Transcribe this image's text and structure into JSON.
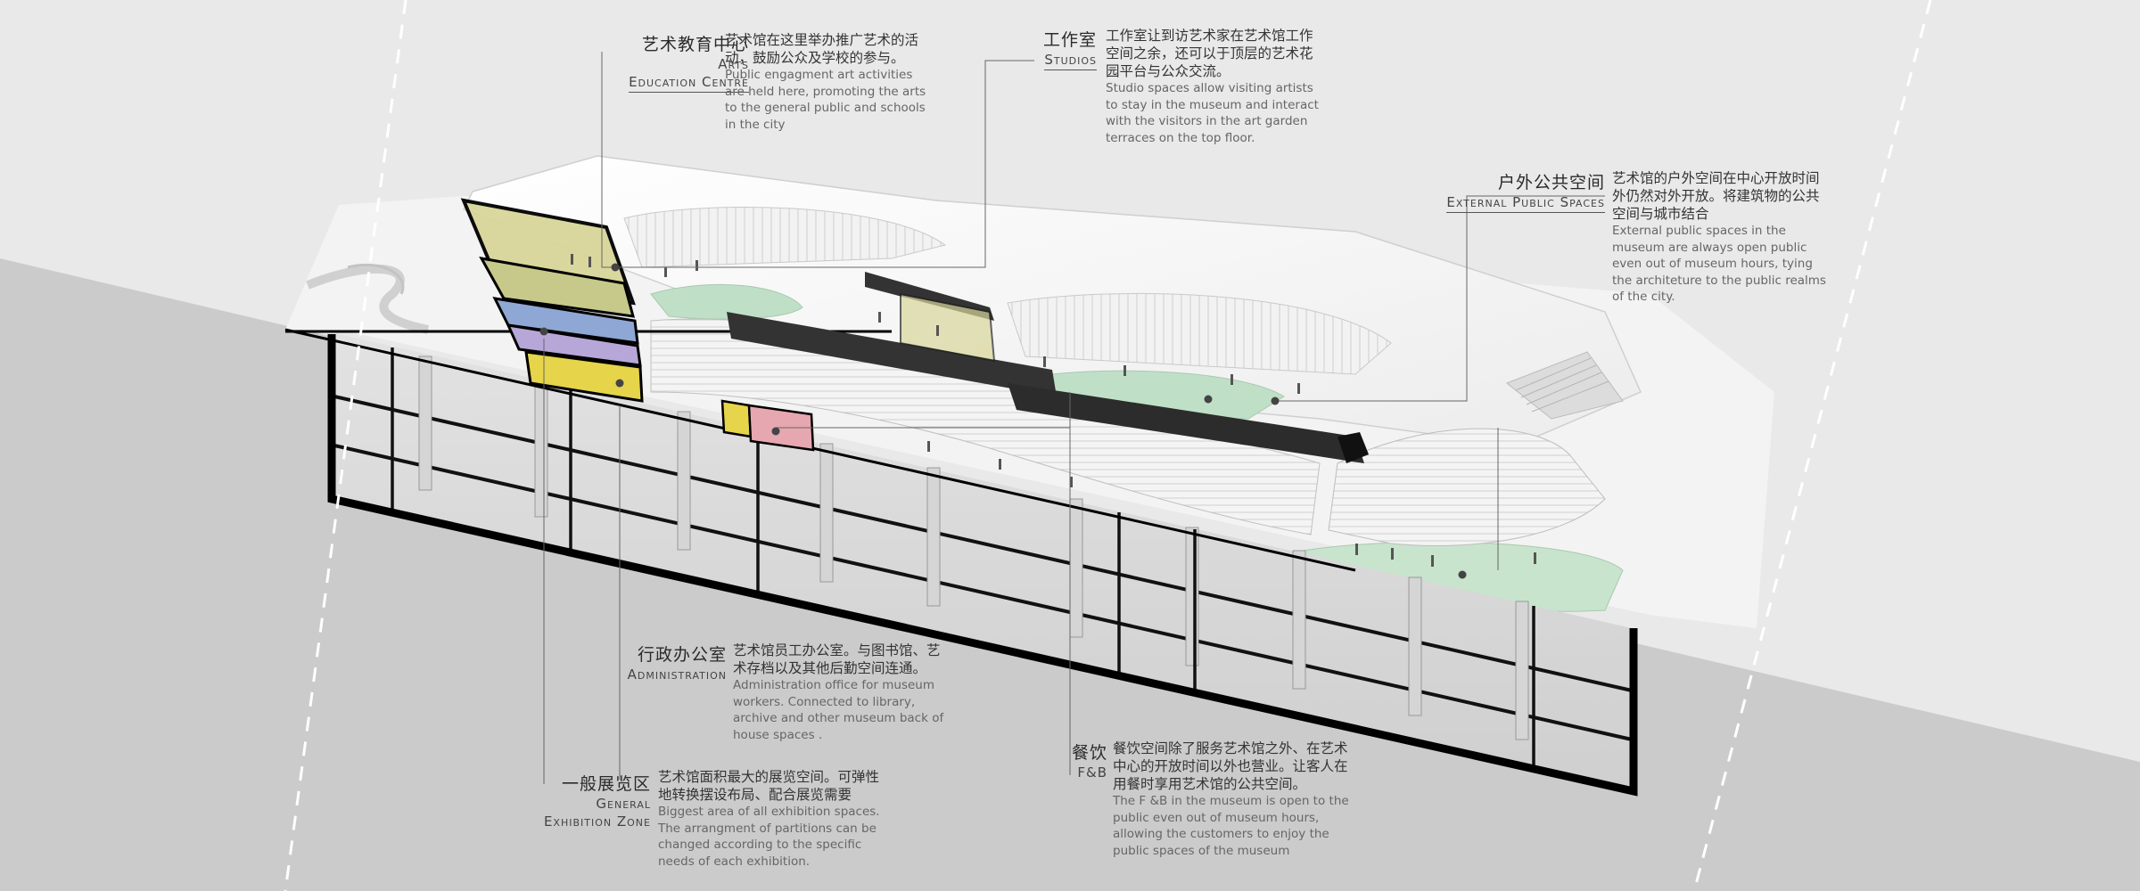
{
  "annotations": [
    {
      "id": "arts-education",
      "zh_title": "艺术教育中心",
      "en_title_lines": [
        "Arts",
        "Education Centre"
      ],
      "zh_desc": "艺术馆在这里举办推广艺术的活动，鼓励公众及学校的参与。",
      "en_desc": "Public engagment art activities are held here, promoting the arts to the general public and schools in the city"
    },
    {
      "id": "studios",
      "zh_title": "工作室",
      "en_title_lines": [
        "Studios"
      ],
      "zh_desc": "工作室让到访艺术家在艺术馆工作空间之余，还可以于顶层的艺术花园平台与公众交流。",
      "en_desc": "Studio spaces allow visiting artists to stay in the museum and interact with the visitors in the art garden terraces on the top floor."
    },
    {
      "id": "external-public-spaces",
      "zh_title": "户外公共空间",
      "en_title_lines": [
        "External Public Spaces"
      ],
      "zh_desc": "艺术馆的户外空间在中心开放时间外仍然对外开放。将建筑物的公共空间与城市结合",
      "en_desc": "External public spaces in the museum are always open public even out of museum hours, tying the architeture to the public realms of the city."
    },
    {
      "id": "administration",
      "zh_title": "行政办公室",
      "en_title_lines": [
        "Administration"
      ],
      "zh_desc": "艺术馆员工办公室。与图书馆、艺术存档以及其他后勤空间连通。",
      "en_desc": "Administration office for museum workers. Connected to library, archive and other museum back of house spaces ."
    },
    {
      "id": "general-exhibition",
      "zh_title": "一般展览区",
      "en_title_lines": [
        "General",
        "Exhibition Zone"
      ],
      "zh_desc": "艺术馆面积最大的展览空间。可弹性地转换摆设布局、配合展览需要",
      "en_desc": "Biggest area of all exhibition spaces. The arrangment of partitions can be changed according to the specific needs of each exhibition."
    },
    {
      "id": "fnb",
      "zh_title": "餐饮",
      "en_title_lines": [
        "F&B"
      ],
      "zh_desc": "餐饮空间除了服务艺术馆之外、在艺术中心的开放时间以外也营业。让客人在用餐时享用艺术馆的公共空间。",
      "en_desc": "The F &B in the museum is open to the public even out of museum hours, allowing the customers to enjoy the public spaces of the museum"
    }
  ],
  "colors": {
    "education_zone": "#c7c98a",
    "studio_zone": "#8fa7d4",
    "purple_zone": "#b7a7d8",
    "admin_zone": "#e6d44a",
    "fnb_zone": "#e7a7b0",
    "garden": "#bfe0c6"
  }
}
